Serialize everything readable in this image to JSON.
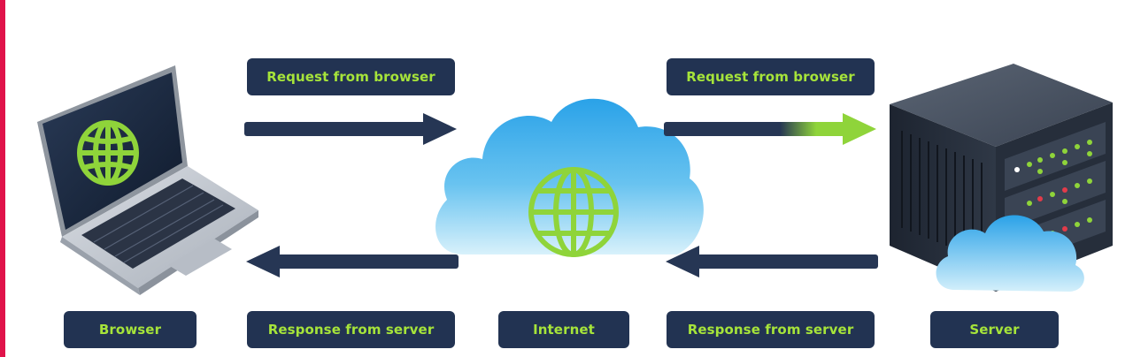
{
  "colors": {
    "accent_bar": "#e0134a",
    "label_bg": "#223352",
    "label_text_top": "#a6e43a",
    "label_text_bottom": "#a6e43a",
    "arrow": "#263654",
    "arrow_highlight": "#8fd43a",
    "globe": "#8fd43a"
  },
  "labels": {
    "request_left": "Request from browser",
    "request_right": "Request from browser",
    "response_left": "Response from server",
    "response_right": "Response from server",
    "browser": "Browser",
    "internet": "Internet",
    "server": "Server"
  },
  "icons": {
    "laptop": "laptop-with-globe-icon",
    "cloud": "cloud-with-globe-icon",
    "server": "server-rack-with-cloud-icon"
  }
}
